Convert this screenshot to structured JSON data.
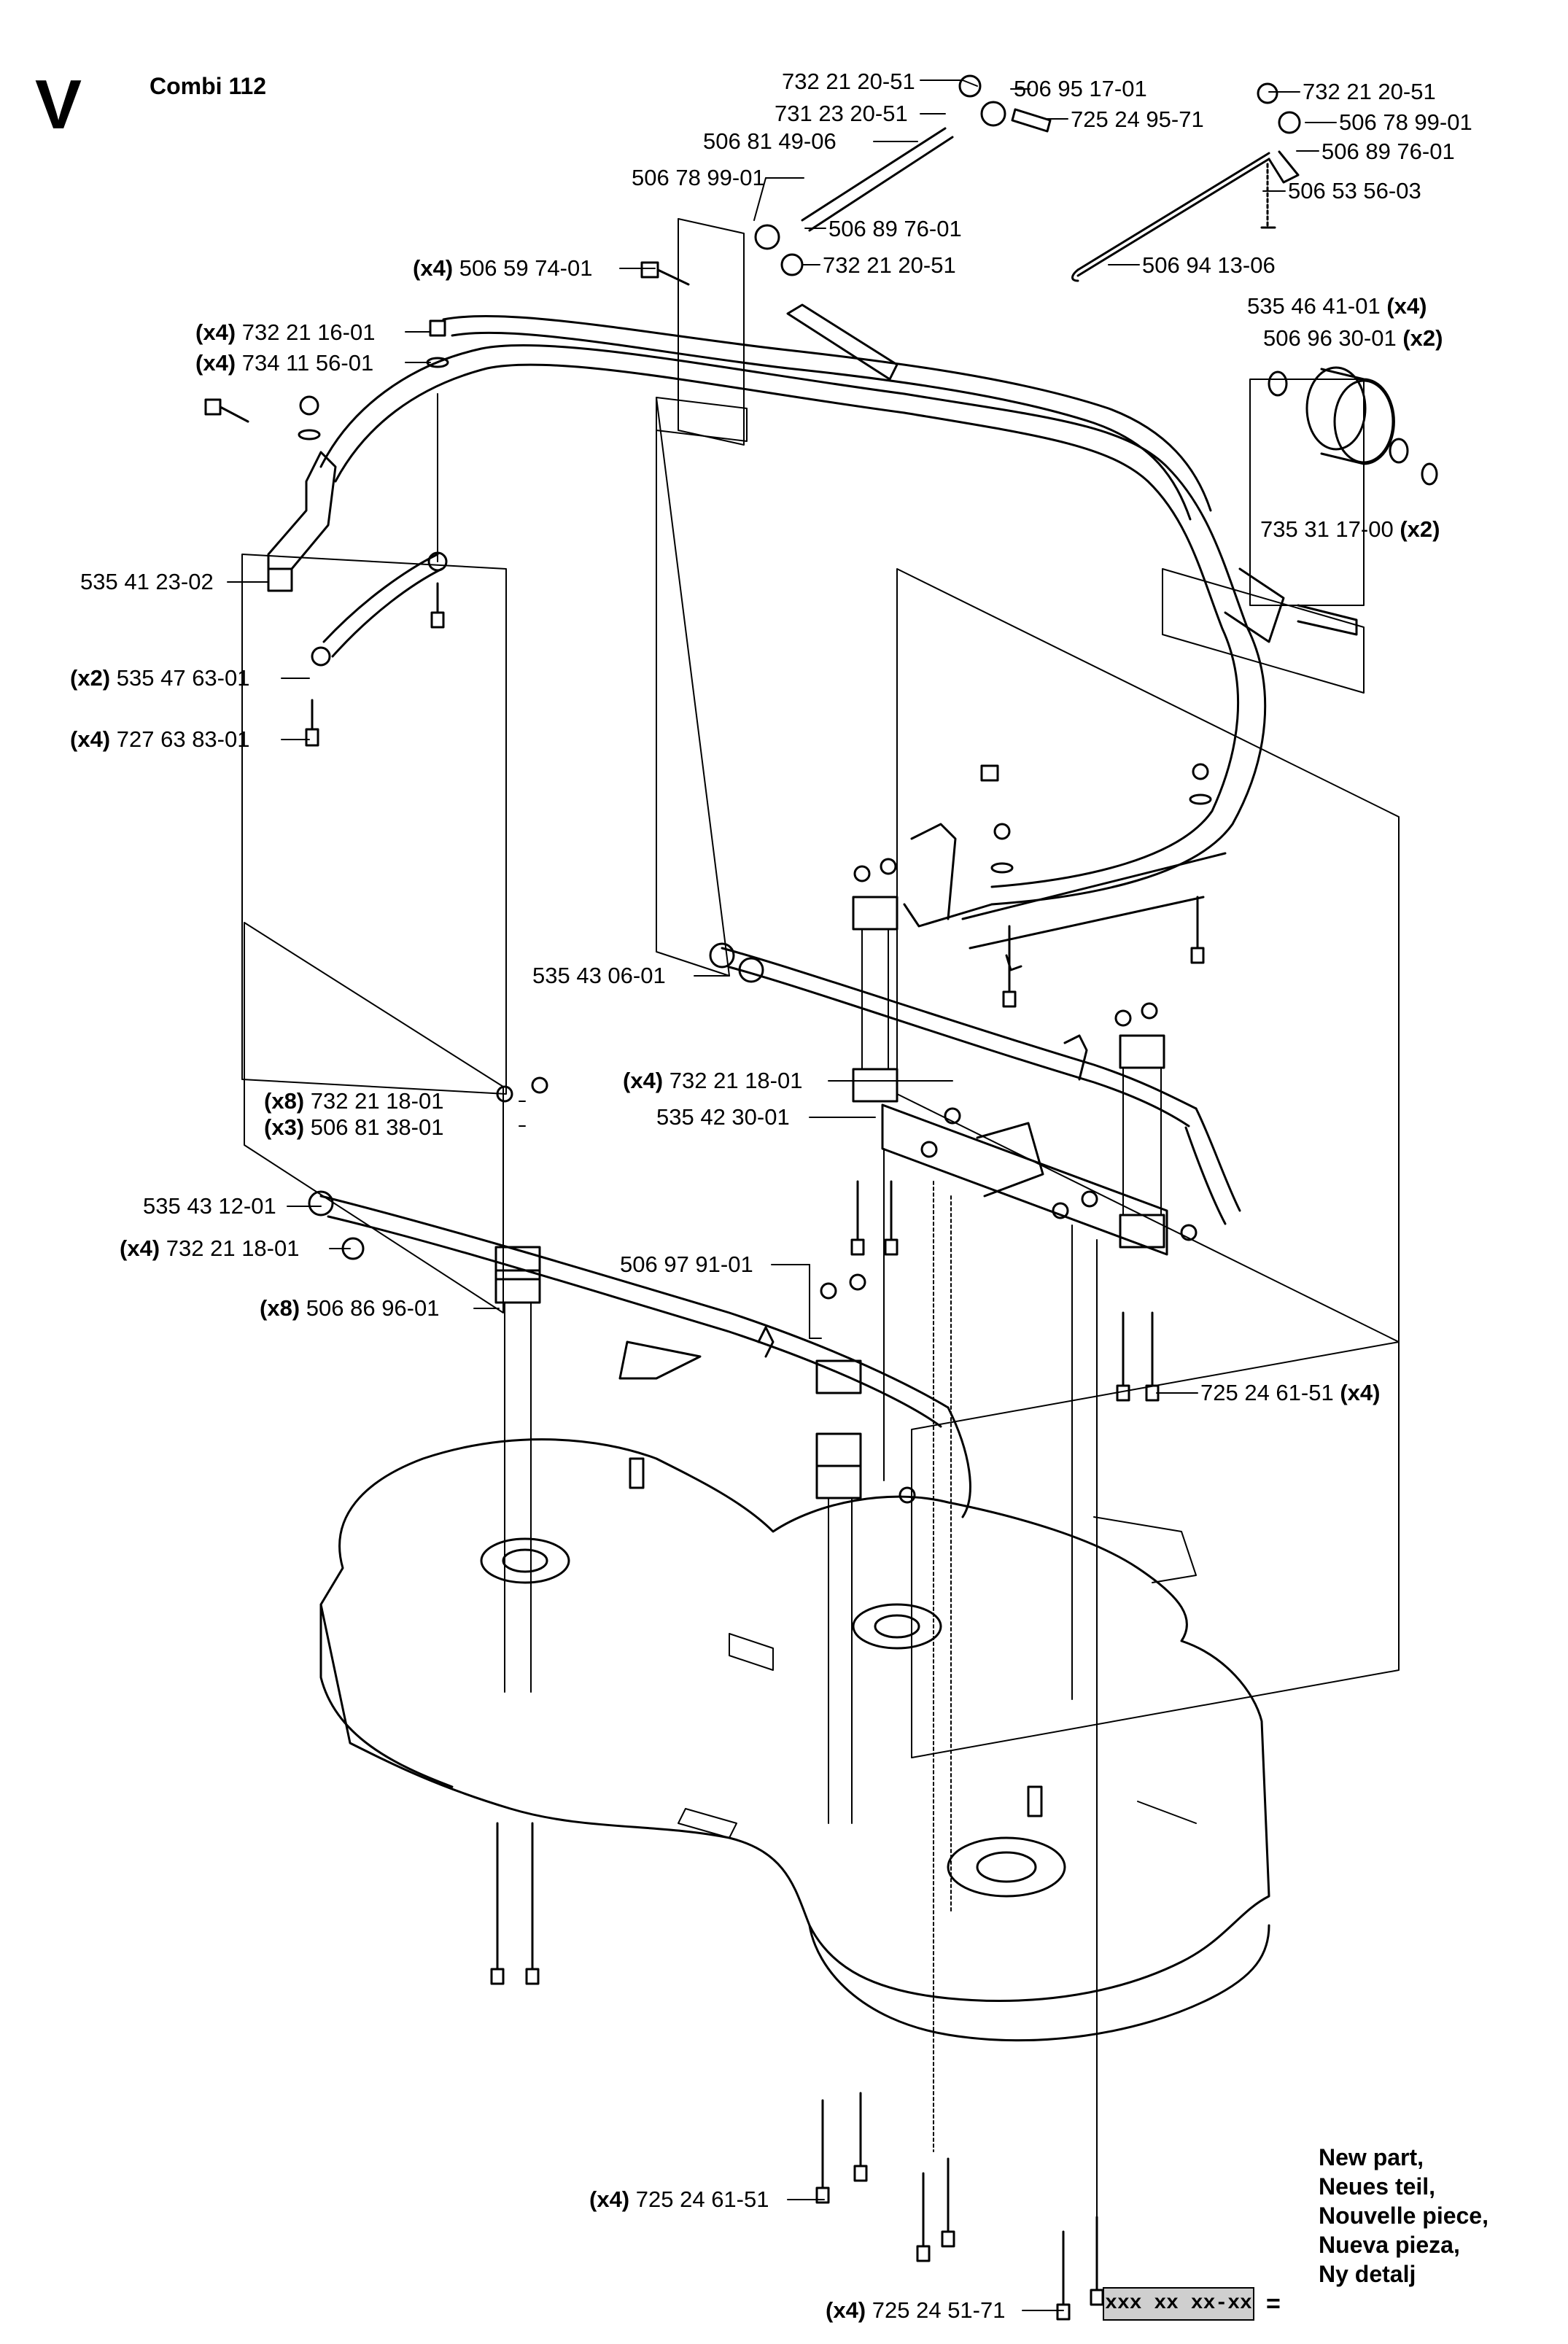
{
  "header": {
    "section_letter": "V",
    "model": "Combi 112"
  },
  "callouts": [
    {
      "id": "c1",
      "qty": "",
      "part": "732 21 20-51"
    },
    {
      "id": "c2",
      "qty": "",
      "part": "506 95 17-01"
    },
    {
      "id": "c3",
      "qty": "",
      "part": "731 23 20-51"
    },
    {
      "id": "c4",
      "qty": "",
      "part": "725 24 95-71"
    },
    {
      "id": "c5",
      "qty": "",
      "part": "506 81 49-06"
    },
    {
      "id": "c6",
      "qty": "",
      "part": "506 78 99-01"
    },
    {
      "id": "c7",
      "qty": "",
      "part": "506 89 76-01"
    },
    {
      "id": "c8",
      "qty": "",
      "part": "732 21 20-51"
    },
    {
      "id": "c9",
      "qty": "",
      "part": "732 21 20-51"
    },
    {
      "id": "c10",
      "qty": "",
      "part": "506 78 99-01"
    },
    {
      "id": "c11",
      "qty": "",
      "part": "506 89 76-01"
    },
    {
      "id": "c12",
      "qty": "",
      "part": "506 53 56-03"
    },
    {
      "id": "c13",
      "qty": "",
      "part": "506 94 13-06"
    },
    {
      "id": "c14",
      "qty": "(x4)",
      "part": "506 59 74-01"
    },
    {
      "id": "c15",
      "qty": "(x4)",
      "part": "732 21 16-01"
    },
    {
      "id": "c16",
      "qty": "(x4)",
      "part": "734 11 56-01"
    },
    {
      "id": "c17",
      "qty": "(x4)",
      "part": "535 46 41-01",
      "qty_after": true
    },
    {
      "id": "c18",
      "qty": "(x2)",
      "part": "506 96 30-01",
      "qty_after": true
    },
    {
      "id": "c19",
      "qty": "(x2)",
      "part": "735 31 17-00",
      "qty_after": true
    },
    {
      "id": "c20",
      "qty": "",
      "part": "535 41 23-02"
    },
    {
      "id": "c21",
      "qty": "(x2)",
      "part": "535 47 63-01"
    },
    {
      "id": "c22",
      "qty": "(x4)",
      "part": "727 63 83-01"
    },
    {
      "id": "c23",
      "qty": "",
      "part": "535 43 06-01"
    },
    {
      "id": "c24",
      "qty": "(x8)",
      "part": "732 21 18-01"
    },
    {
      "id": "c25",
      "qty": "(x3)",
      "part": "506 81 38-01"
    },
    {
      "id": "c26",
      "qty": "(x4)",
      "part": "732 21 18-01"
    },
    {
      "id": "c27",
      "qty": "",
      "part": "535 42 30-01"
    },
    {
      "id": "c28",
      "qty": "",
      "part": "535 43 12-01"
    },
    {
      "id": "c29",
      "qty": "(x4)",
      "part": "732 21 18-01"
    },
    {
      "id": "c30",
      "qty": "",
      "part": "506 97 91-01"
    },
    {
      "id": "c31",
      "qty": "(x8)",
      "part": "506 86 96-01"
    },
    {
      "id": "c32",
      "qty": "(x4)",
      "part": "725 24 61-51",
      "qty_after": true
    },
    {
      "id": "c33",
      "qty": "(x4)",
      "part": "725 24 61-51"
    },
    {
      "id": "c34",
      "qty": "(x4)",
      "part": "725 24 51-71"
    }
  ],
  "legend": {
    "placeholder": "xxx xx xx-xx",
    "equals": "=",
    "lines": [
      "New part,",
      "Neues teil,",
      "Nouvelle piece,",
      "Nueva pieza,",
      "Ny detalj"
    ]
  }
}
